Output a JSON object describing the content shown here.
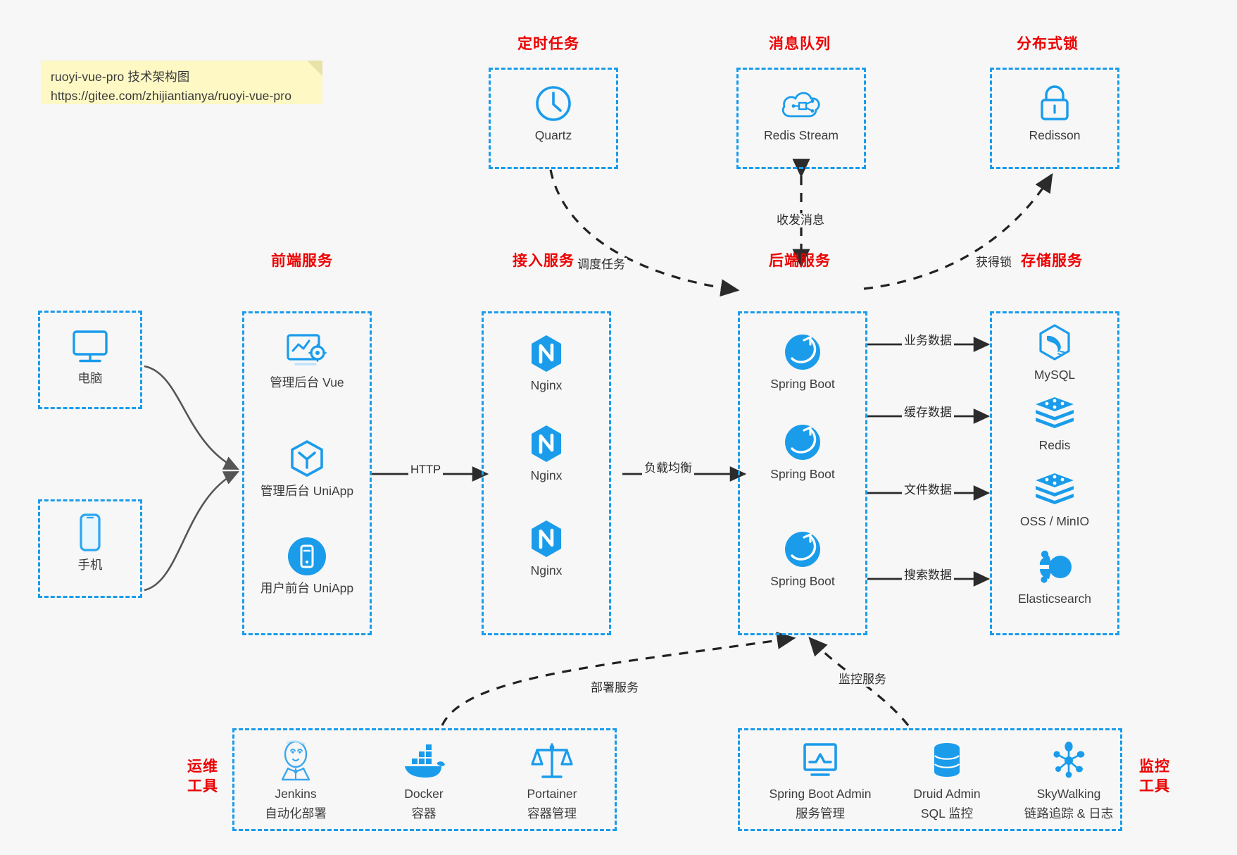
{
  "note": {
    "line1": "ruoyi-vue-pro 技术架构图",
    "line2": "https://gitee.com/zhijiantianya/ruoyi-vue-pro"
  },
  "colors": {
    "accent_blue": "#1a9ceb",
    "title_red": "#ec0000",
    "text_dark": "#3c3c3c",
    "background": "#f7f7f7",
    "arrow_dark": "#2b2b2b",
    "solid_arrow_gray": "#555555"
  },
  "groups": {
    "scheduled_task": "定时任务",
    "message_queue": "消息队列",
    "distributed_lock": "分布式锁",
    "frontend_service": "前端服务",
    "access_service": "接入服务",
    "backend_service": "后端服务",
    "storage_service": "存储服务",
    "devops_tools_line1": "运维",
    "devops_tools_line2": "工具",
    "monitor_tools_line1": "监控",
    "monitor_tools_line2": "工具"
  },
  "clients": [
    {
      "icon": "desktop-computer-icon",
      "label": "电脑"
    },
    {
      "icon": "mobile-phone-icon",
      "label": "手机"
    }
  ],
  "top_nodes": [
    {
      "icon": "clock-icon",
      "label": "Quartz"
    },
    {
      "icon": "redis-stream-cloud-icon",
      "label": "Redis Stream"
    },
    {
      "icon": "padlock-icon",
      "label": "Redisson"
    }
  ],
  "frontend_nodes": [
    {
      "icon": "dashboard-gear-icon",
      "label": "管理后台 Vue"
    },
    {
      "icon": "uniapp-cube-icon",
      "label": "管理后台 UniApp"
    },
    {
      "icon": "mobile-app-circle-icon",
      "label": "用户前台 UniApp"
    }
  ],
  "access_nodes": [
    {
      "icon": "nginx-icon",
      "label": "Nginx"
    },
    {
      "icon": "nginx-icon",
      "label": "Nginx"
    },
    {
      "icon": "nginx-icon",
      "label": "Nginx"
    }
  ],
  "backend_nodes": [
    {
      "icon": "spring-boot-icon",
      "label": "Spring Boot"
    },
    {
      "icon": "spring-boot-icon",
      "label": "Spring Boot"
    },
    {
      "icon": "spring-boot-icon",
      "label": "Spring Boot"
    }
  ],
  "storage_nodes": [
    {
      "icon": "mysql-dolphin-icon",
      "label": "MySQL"
    },
    {
      "icon": "redis-stack-icon",
      "label": "Redis"
    },
    {
      "icon": "redis-stack-icon",
      "label": "OSS / MinIO"
    },
    {
      "icon": "elasticsearch-icon",
      "label": "Elasticsearch"
    }
  ],
  "devops_nodes": [
    {
      "icon": "jenkins-butler-icon",
      "label": "Jenkins",
      "sub": "自动化部署"
    },
    {
      "icon": "docker-whale-icon",
      "label": "Docker",
      "sub": "容器"
    },
    {
      "icon": "portainer-scales-icon",
      "label": "Portainer",
      "sub": "容器管理"
    }
  ],
  "monitor_nodes": [
    {
      "icon": "spring-boot-admin-monitor-icon",
      "label": "Spring Boot Admin",
      "sub": "服务管理"
    },
    {
      "icon": "druid-database-icon",
      "label": "Druid Admin",
      "sub": "SQL 监控"
    },
    {
      "icon": "skywalking-nodes-icon",
      "label": "SkyWalking",
      "sub": "链路追踪 & 日志"
    }
  ],
  "edges": [
    {
      "id": "http",
      "label": "HTTP"
    },
    {
      "id": "load-balance",
      "label": "负载均衡"
    },
    {
      "id": "schedule-task",
      "label": "调度任务"
    },
    {
      "id": "send-receive-message",
      "label": "收发消息"
    },
    {
      "id": "acquire-lock",
      "label": "获得锁"
    },
    {
      "id": "business-data",
      "label": "业务数据"
    },
    {
      "id": "cache-data",
      "label": "缓存数据"
    },
    {
      "id": "file-data",
      "label": "文件数据"
    },
    {
      "id": "search-data",
      "label": "搜索数据"
    },
    {
      "id": "deploy-service",
      "label": "部署服务"
    },
    {
      "id": "monitor-service",
      "label": "监控服务"
    }
  ]
}
